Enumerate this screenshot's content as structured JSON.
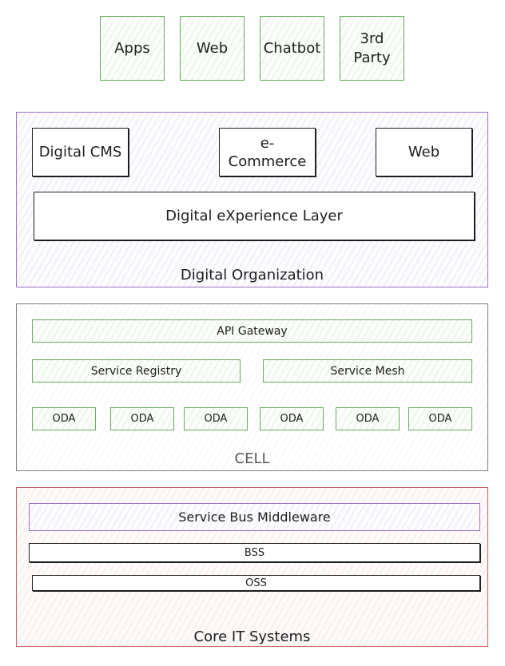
{
  "channels": [
    "Apps",
    "Web",
    "Chatbot",
    "3rd Party"
  ],
  "digital_org": {
    "title": "Digital Organization",
    "top_boxes": [
      "Digital CMS",
      "e-Commerce",
      "Web"
    ],
    "layer": "Digital eXperience Layer"
  },
  "cell": {
    "title": "CELL",
    "gateway": "API Gateway",
    "registry": "Service Registry",
    "mesh": "Service Mesh",
    "oda": [
      "ODA",
      "ODA",
      "ODA",
      "ODA",
      "ODA",
      "ODA"
    ]
  },
  "core": {
    "title": "Core IT Systems",
    "bus": "Service Bus Middleware",
    "bss": "BSS",
    "oss": "OSS"
  }
}
